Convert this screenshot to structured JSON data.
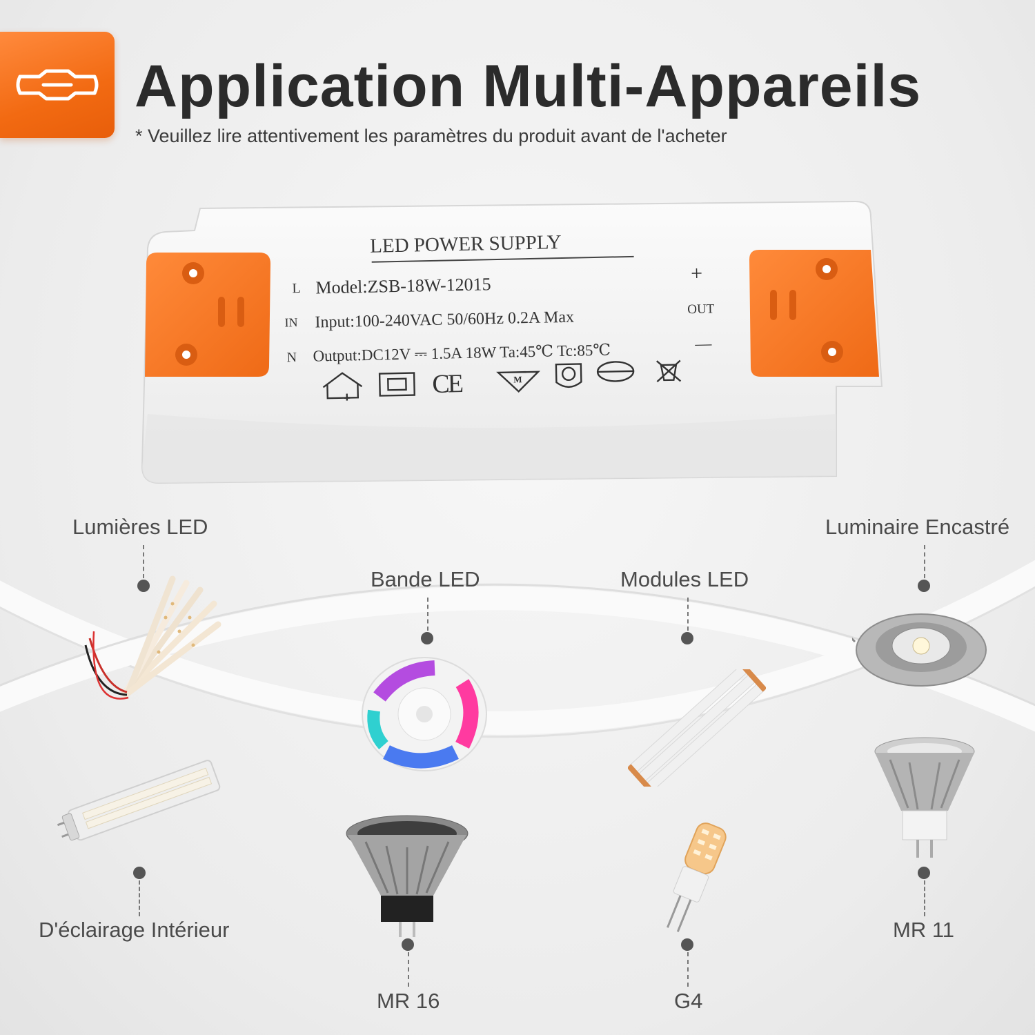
{
  "header": {
    "title": "Application Multi-Appareils",
    "subtitle": "* Veuillez lire attentivement les paramètres du produit avant de l'acheter",
    "badge_icon": "cable-connector-icon",
    "accent_color": "#f26a12"
  },
  "power_supply": {
    "heading": "LED POWER SUPPLY",
    "pin_l": "L",
    "pin_in": "IN",
    "pin_n": "N",
    "model": "Model:ZSB-18W-12015",
    "input": "Input:100-240VAC 50/60Hz 0.2A Max",
    "output": "Output:DC12V ⎓ 1.5A 18W  Ta:45℃  Tc:85℃",
    "plus": "+",
    "out": "OUT",
    "minus": "—",
    "ce_mark": "CE",
    "m_mark": "M",
    "cert_icons": [
      "indoor-use-icon",
      "double-insulation-icon",
      "ce-icon",
      "m-mark-icon",
      "safety-transformer-icon",
      "short-circuit-proof-icon",
      "weee-bin-icon"
    ]
  },
  "devices": [
    {
      "label": "Lumières LED",
      "icon": "led-strips-bundle-icon"
    },
    {
      "label": "Bande LED",
      "icon": "led-strip-reel-icon"
    },
    {
      "label": "Modules LED",
      "icon": "led-module-icon"
    },
    {
      "label": "Luminaire Encastré",
      "icon": "recessed-downlight-icon"
    },
    {
      "label": "D'éclairage Intérieur",
      "icon": "led-tube-icon"
    },
    {
      "label": "MR 16",
      "icon": "mr16-bulb-icon"
    },
    {
      "label": "G4",
      "icon": "g4-bulb-icon"
    },
    {
      "label": "MR 11",
      "icon": "mr11-bulb-icon"
    }
  ]
}
